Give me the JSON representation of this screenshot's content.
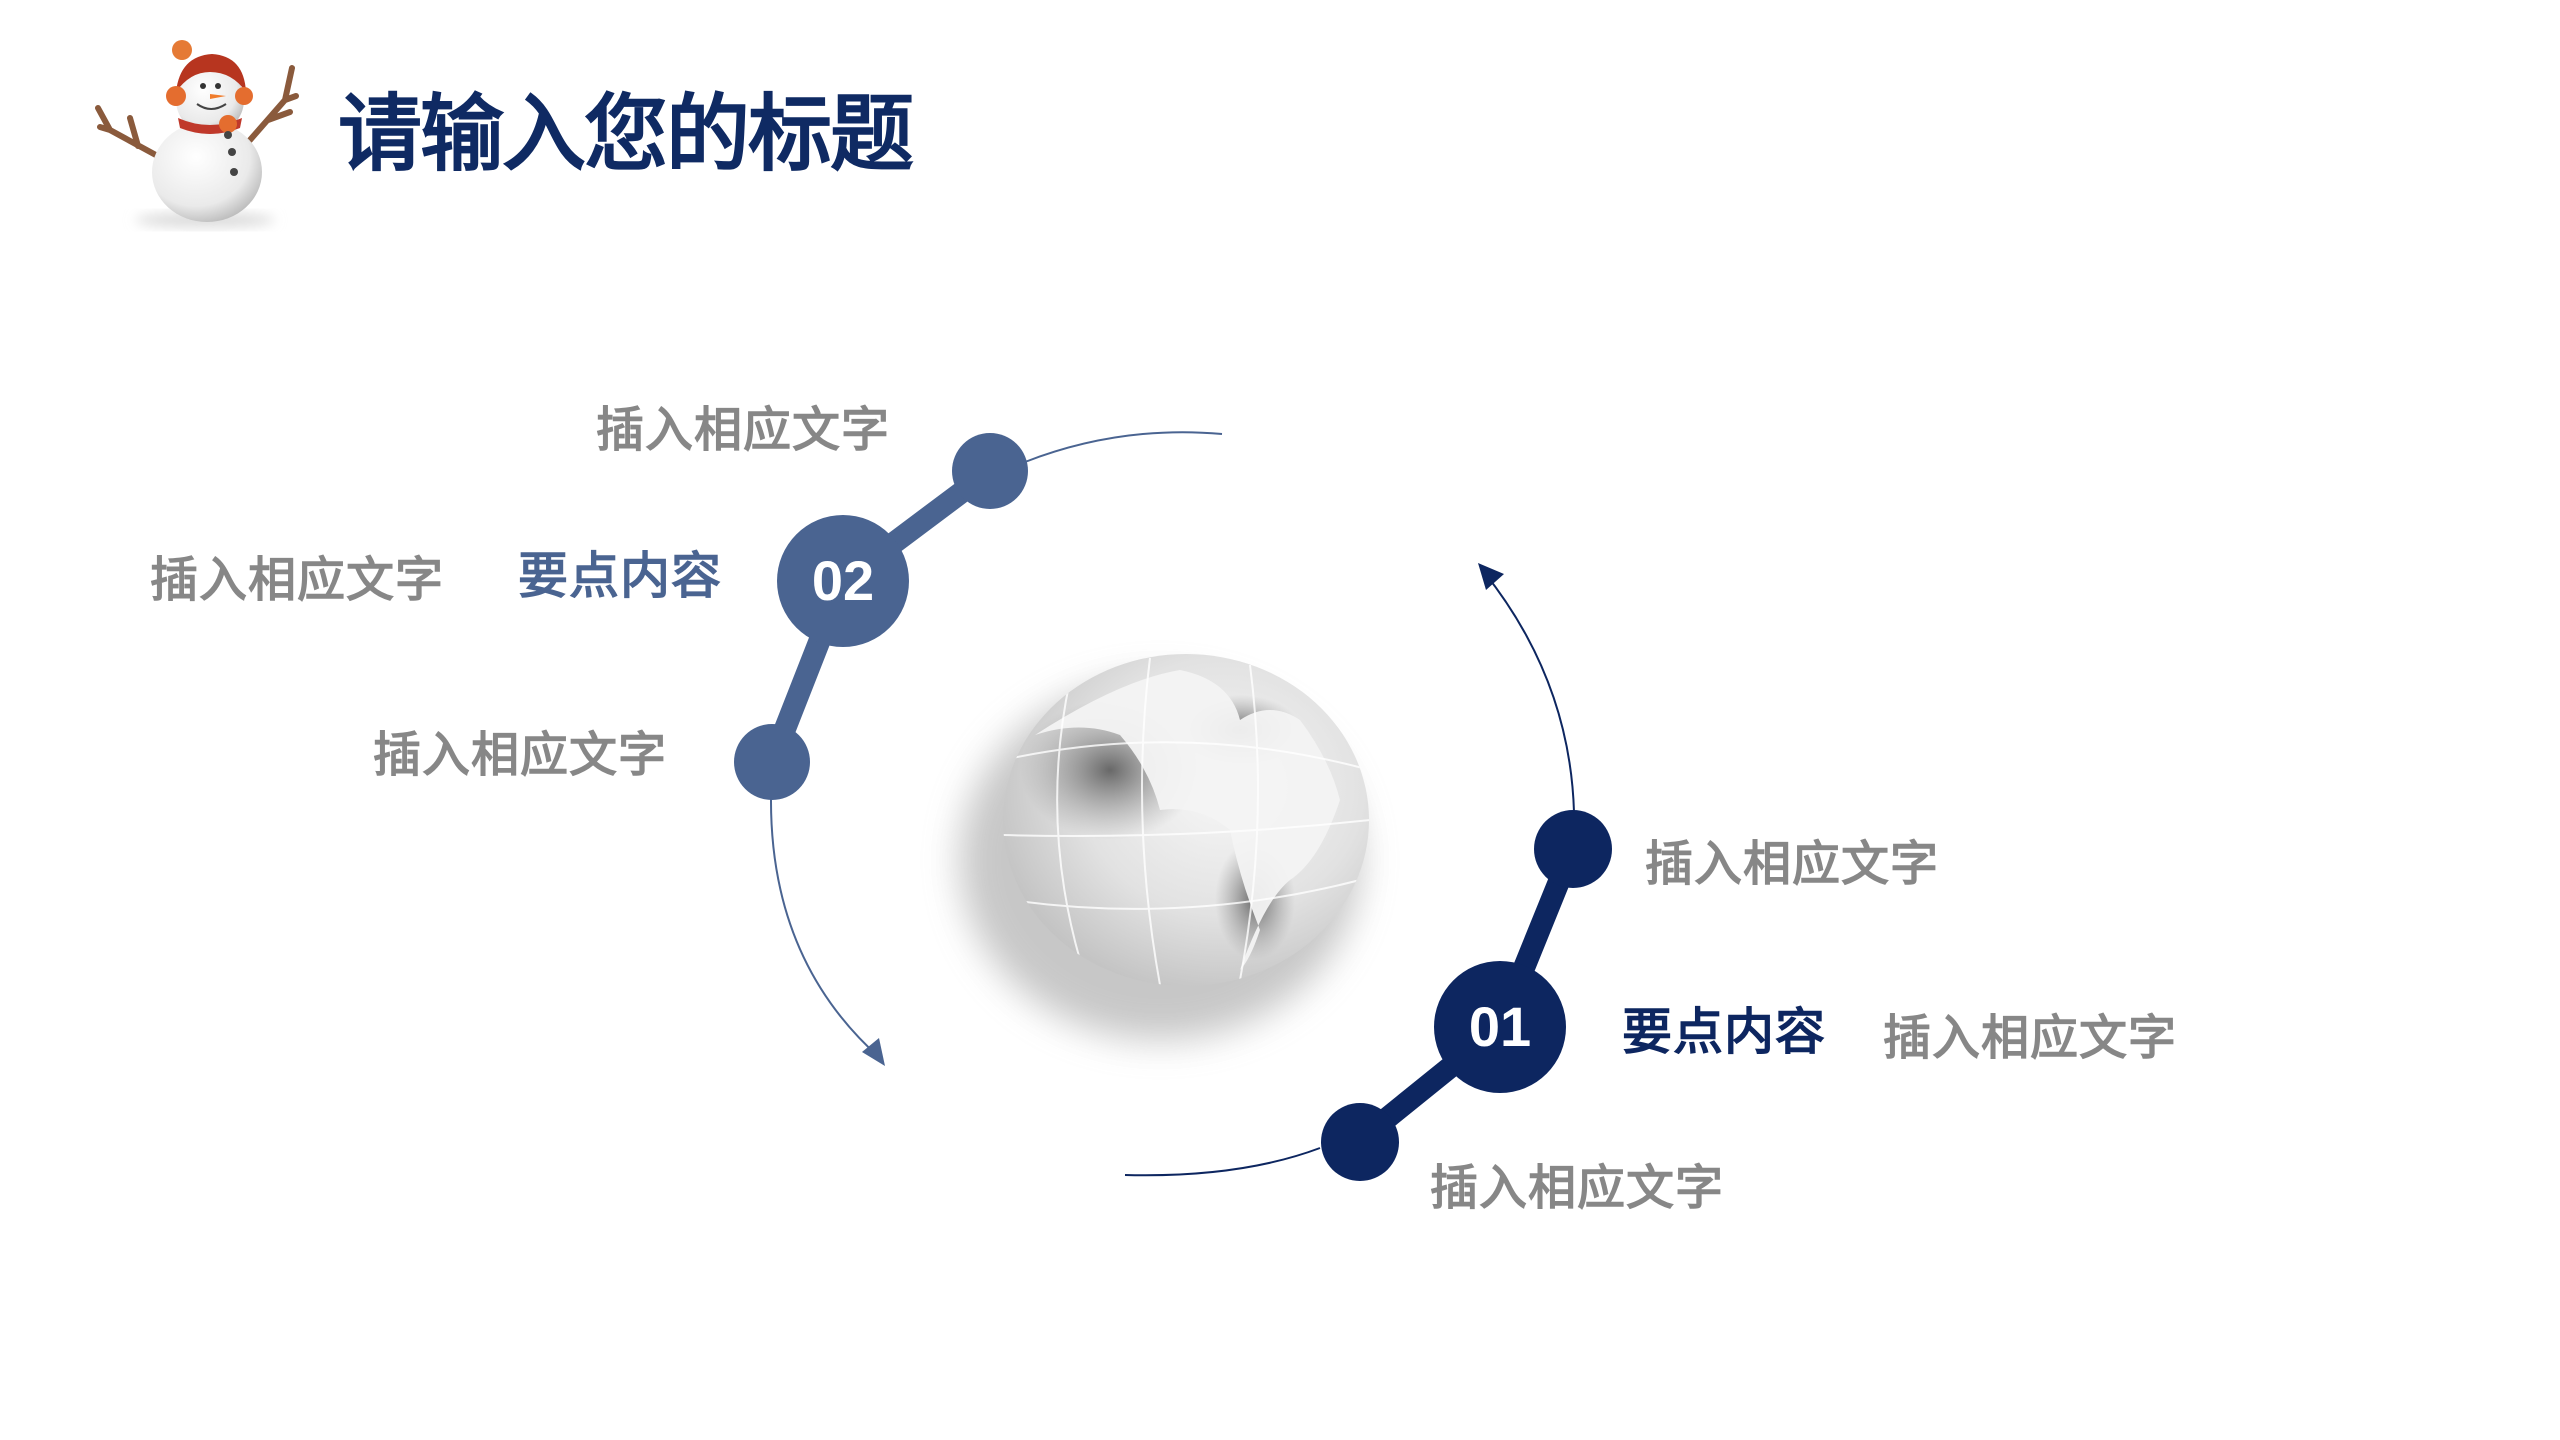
{
  "slide": {
    "title": "请输入您的标题",
    "logo_icon": "snowman-icon",
    "center_icon": "globe-icon"
  },
  "colors": {
    "title": "#0f2a63",
    "point_01": "#0d2660",
    "point_02": "#4a6491",
    "gray_text": "#878787"
  },
  "points": [
    {
      "number": "01",
      "heading": "要点内容",
      "texts": {
        "top": "插入相应文字",
        "side": "插入相应文字",
        "bottom": "插入相应文字"
      }
    },
    {
      "number": "02",
      "heading": "要点内容",
      "texts": {
        "top": "插入相应文字",
        "side": "插入相应文字",
        "bottom": "插入相应文字"
      }
    }
  ]
}
